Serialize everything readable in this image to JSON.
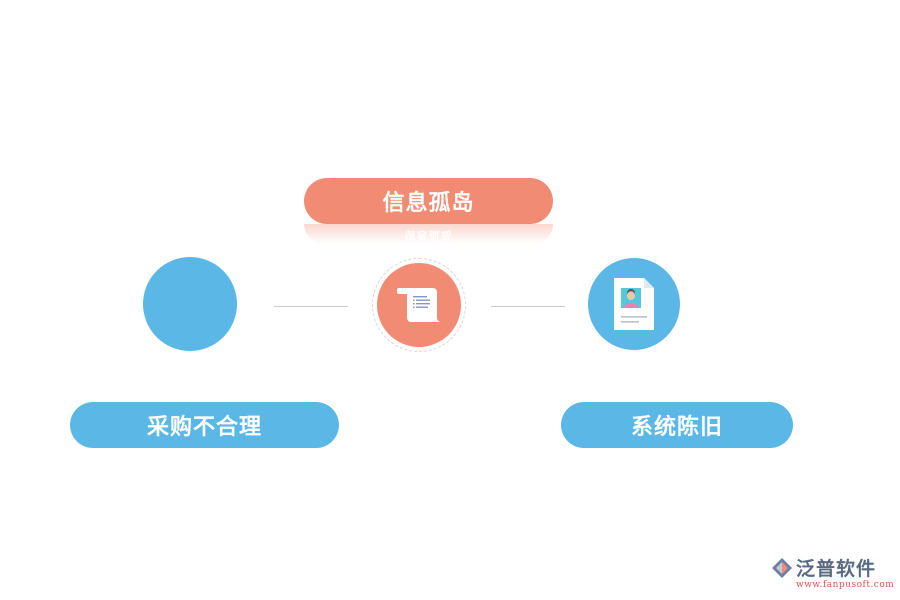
{
  "diagram": {
    "center_title": "信息孤岛",
    "left_label": "采购不合理",
    "right_label": "系统陈旧",
    "center_icon": "scroll-document-icon",
    "right_icon": "profile-document-icon",
    "colors": {
      "salmon": "#f28b74",
      "blue": "#5bb8e6",
      "connector": "#c9ccd6"
    }
  },
  "brand": {
    "name": "泛普软件",
    "url": "www.fanpusoft.com"
  }
}
